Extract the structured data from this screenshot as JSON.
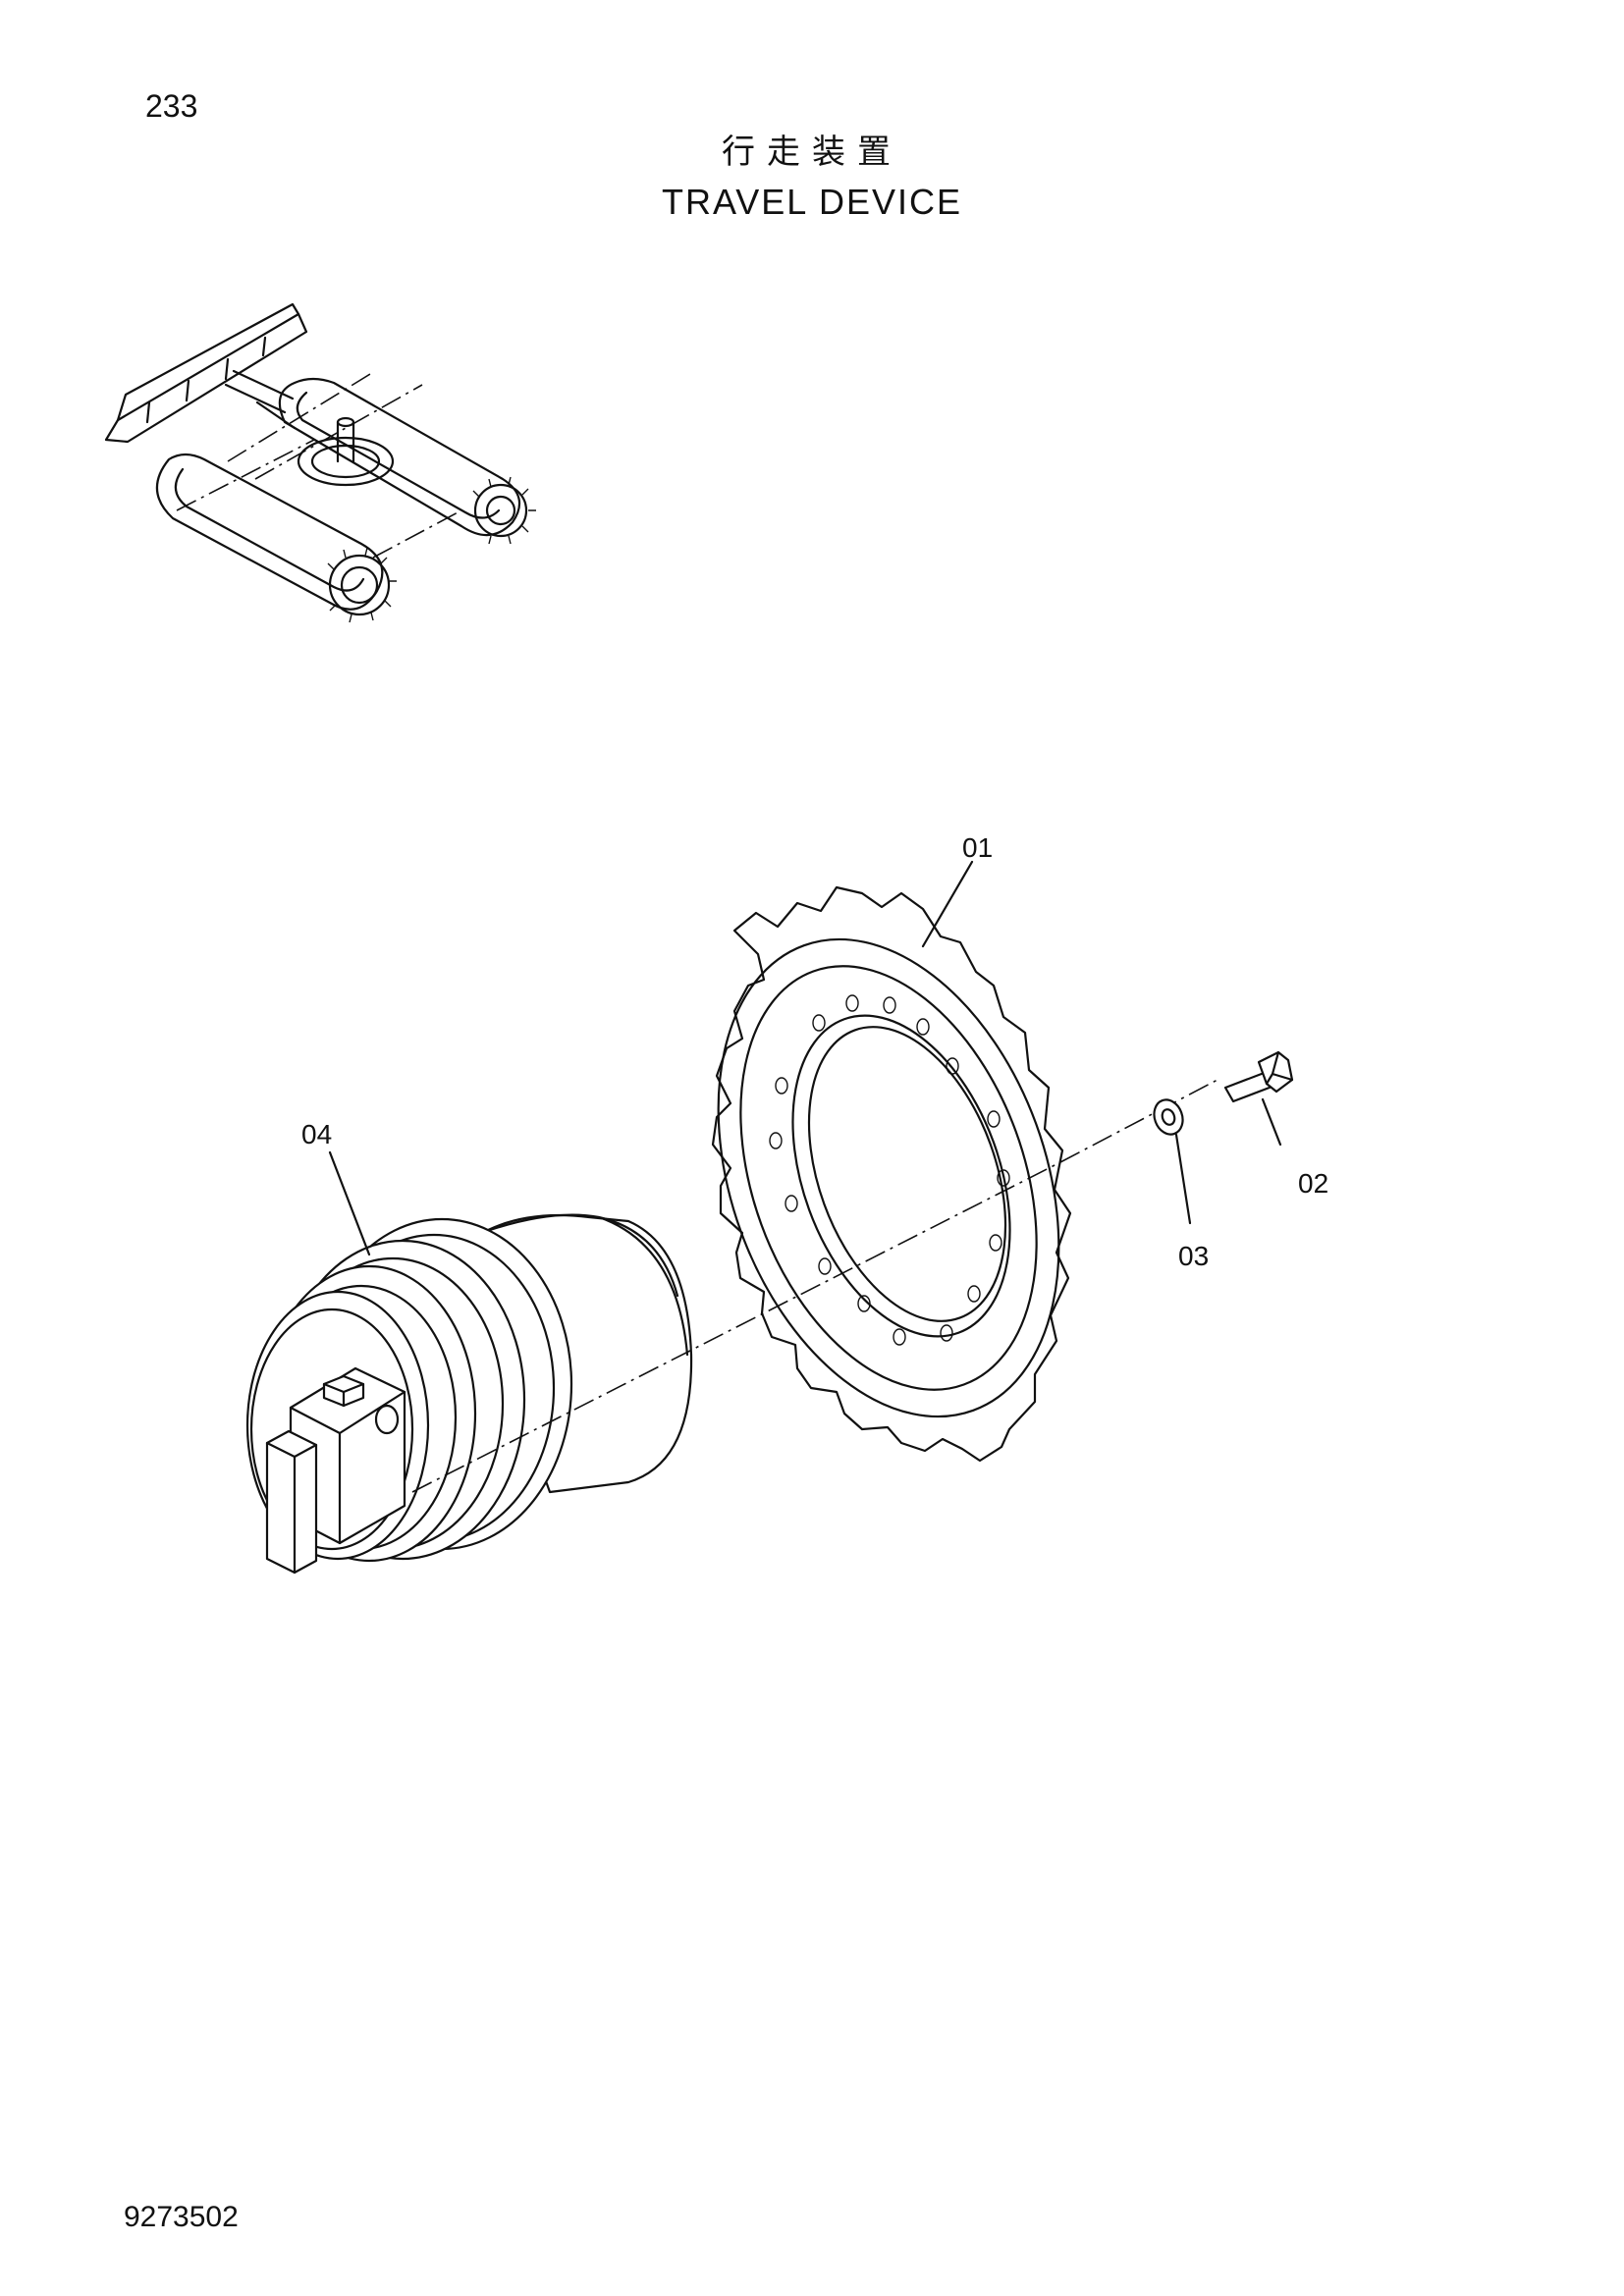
{
  "header": {
    "page_number": "233",
    "title_cn": "行走装置",
    "title_en": "TRAVEL DEVICE"
  },
  "callouts": {
    "sprocket": "01",
    "bolt": "02",
    "washer": "03",
    "travel_motor": "04"
  },
  "footer": {
    "document_code": "9273502"
  }
}
